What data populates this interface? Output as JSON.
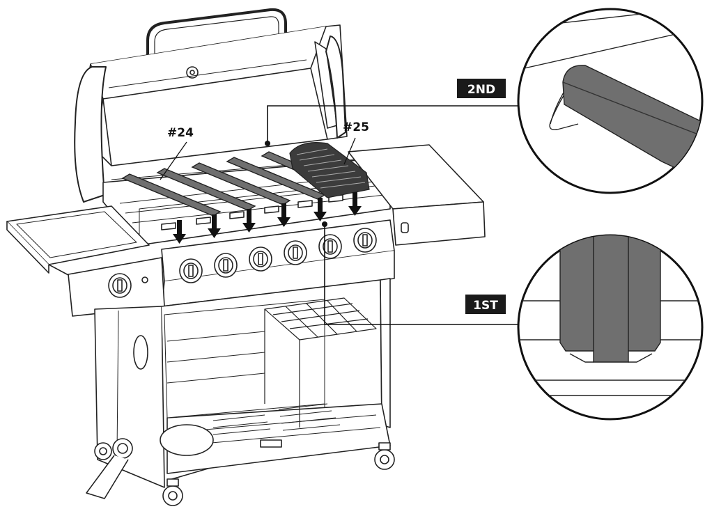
{
  "diagram": {
    "part_labels": {
      "heat_tent": "#24",
      "warming_rack": "#25"
    },
    "steps": {
      "second": "2ND",
      "first": "1ST"
    },
    "colors": {
      "line": "#111111",
      "part_fill": "#6f6f6f",
      "badge": "#1a1a1a",
      "background": "#ffffff"
    }
  }
}
